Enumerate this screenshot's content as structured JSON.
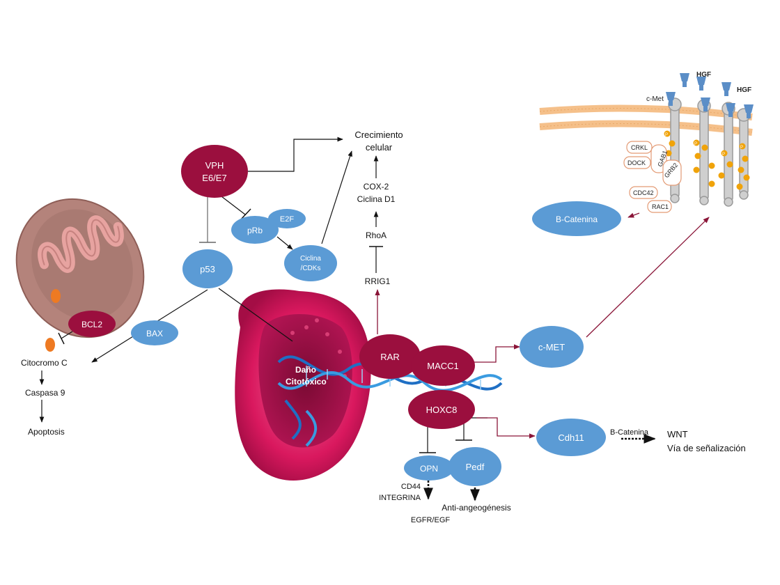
{
  "colors": {
    "blue_node": "#5b9bd5",
    "red_node": "#9b0f3e",
    "cell": "#d9185e",
    "mito_outer": "#b4837b",
    "mito_inner": "#e7a3a0",
    "membrane": "#f5c08a",
    "arrow_dark": "#8a1538",
    "phospho": "#f0a30a"
  },
  "nodes": {
    "vph": {
      "line1": "VPH",
      "line2": "E6/E7"
    },
    "prb": "pRb",
    "e2f": "E2F",
    "ciclina": {
      "line1": "Ciclina",
      "line2": "/CDKs"
    },
    "p53": "p53",
    "bax": "BAX",
    "bcl2": "BCL2",
    "rar": "RAR",
    "macc1": "MACC1",
    "hoxc8": "HOXC8",
    "cmet": "c-MET",
    "bcatenina": "B-Catenina",
    "cdh11": "Cdh11",
    "opn": "OPN",
    "pedf": "Pedf",
    "dano": {
      "line1": "Daño",
      "line2": "Citotóxico"
    }
  },
  "labels": {
    "crecimiento": {
      "line1": "Crecimiento",
      "line2": "celular"
    },
    "cox2": "COX-2",
    "ciclina_d1": "Ciclina D1",
    "rhoa": "RhoA",
    "rrig1": "RRIG1",
    "citocromo": "Citocromo C",
    "caspasa": "Caspasa 9",
    "apoptosis": "Apoptosis",
    "bcatenina_small": "B-Catenina",
    "wnt": "WNT",
    "via": "Vía de señalización",
    "cd44": "CD44",
    "integrina": "INTEGRINA",
    "egfr": "EGFR/EGF",
    "antiangio": "Anti-angeogénesis"
  },
  "receptor": {
    "cmet_label": "c-Met",
    "hgf": "HGF",
    "crkl": "CRKL",
    "dock": "DOCK",
    "gab1": "GAB1",
    "grb2": "GRB2",
    "cdc42": "CDC42",
    "rac1": "RAC1",
    "phospho": "P"
  }
}
